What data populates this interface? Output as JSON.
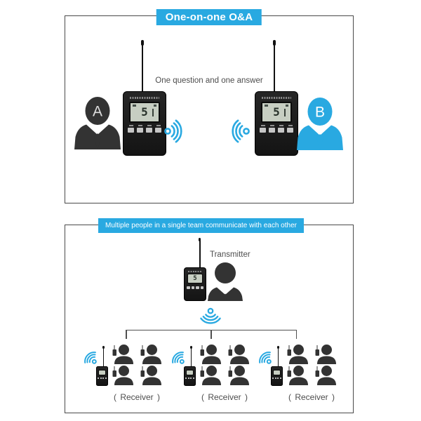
{
  "colors": {
    "accent": "#29A9E1",
    "silhouette_dark": "#333333",
    "line_gray": "#4F4F4F",
    "lcd_bg": "#C7CEC2"
  },
  "panel_one": {
    "title": "One-on-one O&A",
    "caption": "One question and one answer",
    "person_a_label": "A",
    "person_b_label": "B",
    "left_device": {
      "display_value": "5"
    },
    "right_device": {
      "display_value": "5"
    }
  },
  "panel_two": {
    "title": "Multiple people in a single team communicate with each other",
    "transmitter_label": "Transmitter",
    "transmitter_device": {
      "display_value": "5"
    },
    "receiver_groups": [
      {
        "caption": "( Receiver )"
      },
      {
        "caption": "( Receiver )"
      },
      {
        "caption": "( Receiver )"
      }
    ]
  }
}
